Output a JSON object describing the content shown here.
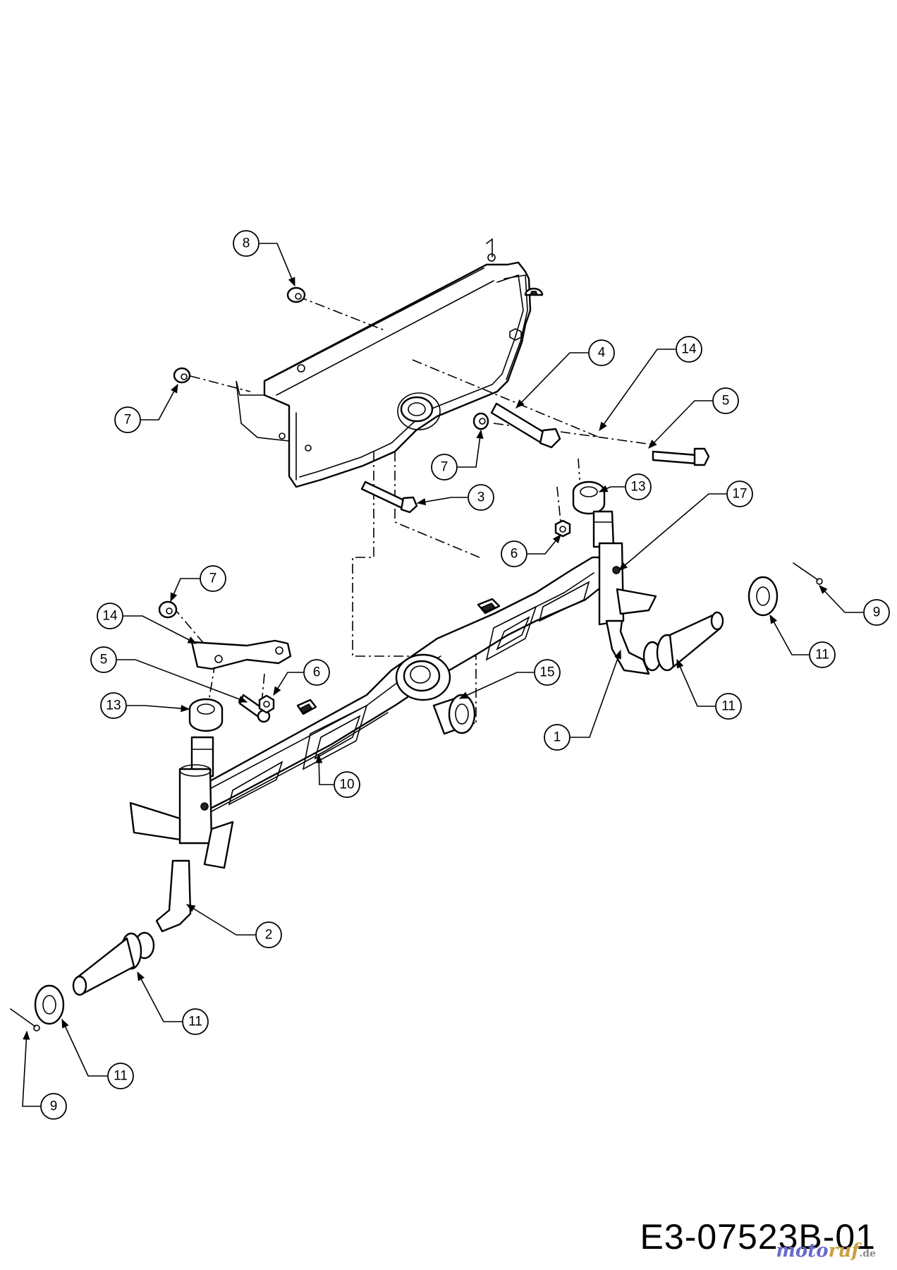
{
  "diagram": {
    "drawing_code": "E3-07523B-01",
    "watermark": {
      "part1": "moto",
      "part2": "ruf",
      "part3": ".de"
    },
    "callouts": [
      "8",
      "7",
      "4",
      "14",
      "5",
      "7",
      "3",
      "13",
      "17",
      "6",
      "7",
      "14",
      "5",
      "6",
      "15",
      "13",
      "10",
      "9",
      "11",
      "11",
      "1",
      "2",
      "11",
      "11",
      "9"
    ]
  }
}
